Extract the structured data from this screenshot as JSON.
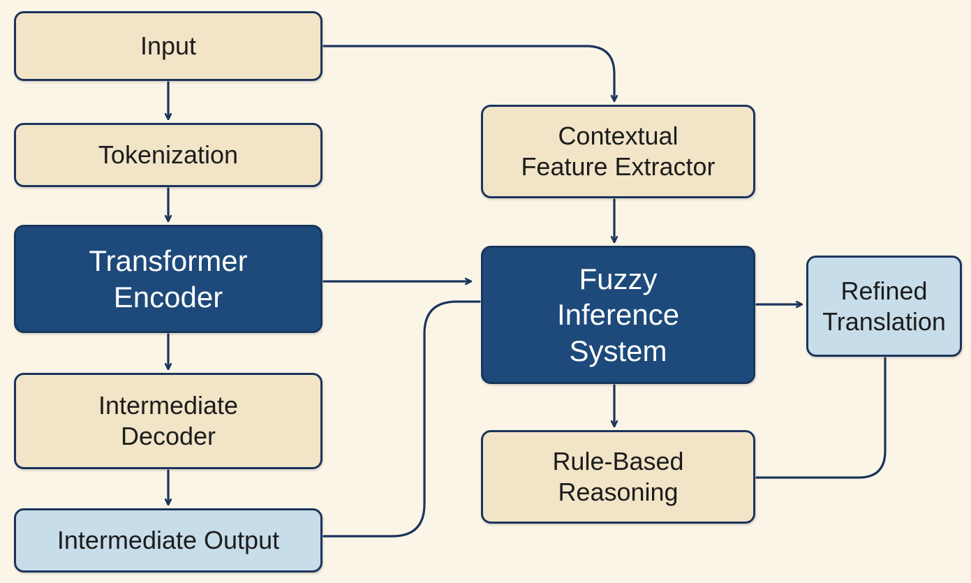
{
  "colors": {
    "background": "#fbf5e7",
    "beige_box": "#f1e4c7",
    "navy_box": "#1d4a7a",
    "light_blue_box": "#c7dde9",
    "border_and_arrows": "#1b345b"
  },
  "nodes": {
    "input": {
      "lines": [
        "Input"
      ]
    },
    "tokenization": {
      "lines": [
        "Tokenization"
      ]
    },
    "transformer_encoder": {
      "lines": [
        "Transformer",
        "Encoder"
      ]
    },
    "intermediate_decoder": {
      "lines": [
        "Intermediate",
        "Decoder"
      ]
    },
    "intermediate_output": {
      "lines": [
        "Intermediate Output"
      ]
    },
    "contextual_feature_extractor": {
      "lines": [
        "Contextual",
        "Feature Extractor"
      ]
    },
    "fuzzy_inference_system": {
      "lines": [
        "Fuzzy",
        "Inference",
        "System"
      ]
    },
    "refined_translation": {
      "lines": [
        "Refined",
        "Translation"
      ]
    },
    "rule_based_reasoning": {
      "lines": [
        "Rule-Based",
        "Reasoning"
      ]
    }
  },
  "edges": [
    {
      "from": "input",
      "to": "tokenization"
    },
    {
      "from": "tokenization",
      "to": "transformer_encoder"
    },
    {
      "from": "transformer_encoder",
      "to": "intermediate_decoder"
    },
    {
      "from": "intermediate_decoder",
      "to": "intermediate_output"
    },
    {
      "from": "input",
      "to": "contextual_feature_extractor"
    },
    {
      "from": "contextual_feature_extractor",
      "to": "fuzzy_inference_system"
    },
    {
      "from": "transformer_encoder",
      "to": "fuzzy_inference_system"
    },
    {
      "from": "intermediate_output",
      "to": "fuzzy_inference_system"
    },
    {
      "from": "fuzzy_inference_system",
      "to": "refined_translation"
    },
    {
      "from": "fuzzy_inference_system",
      "to": "rule_based_reasoning"
    },
    {
      "from": "rule_based_reasoning",
      "to": "refined_translation"
    }
  ]
}
